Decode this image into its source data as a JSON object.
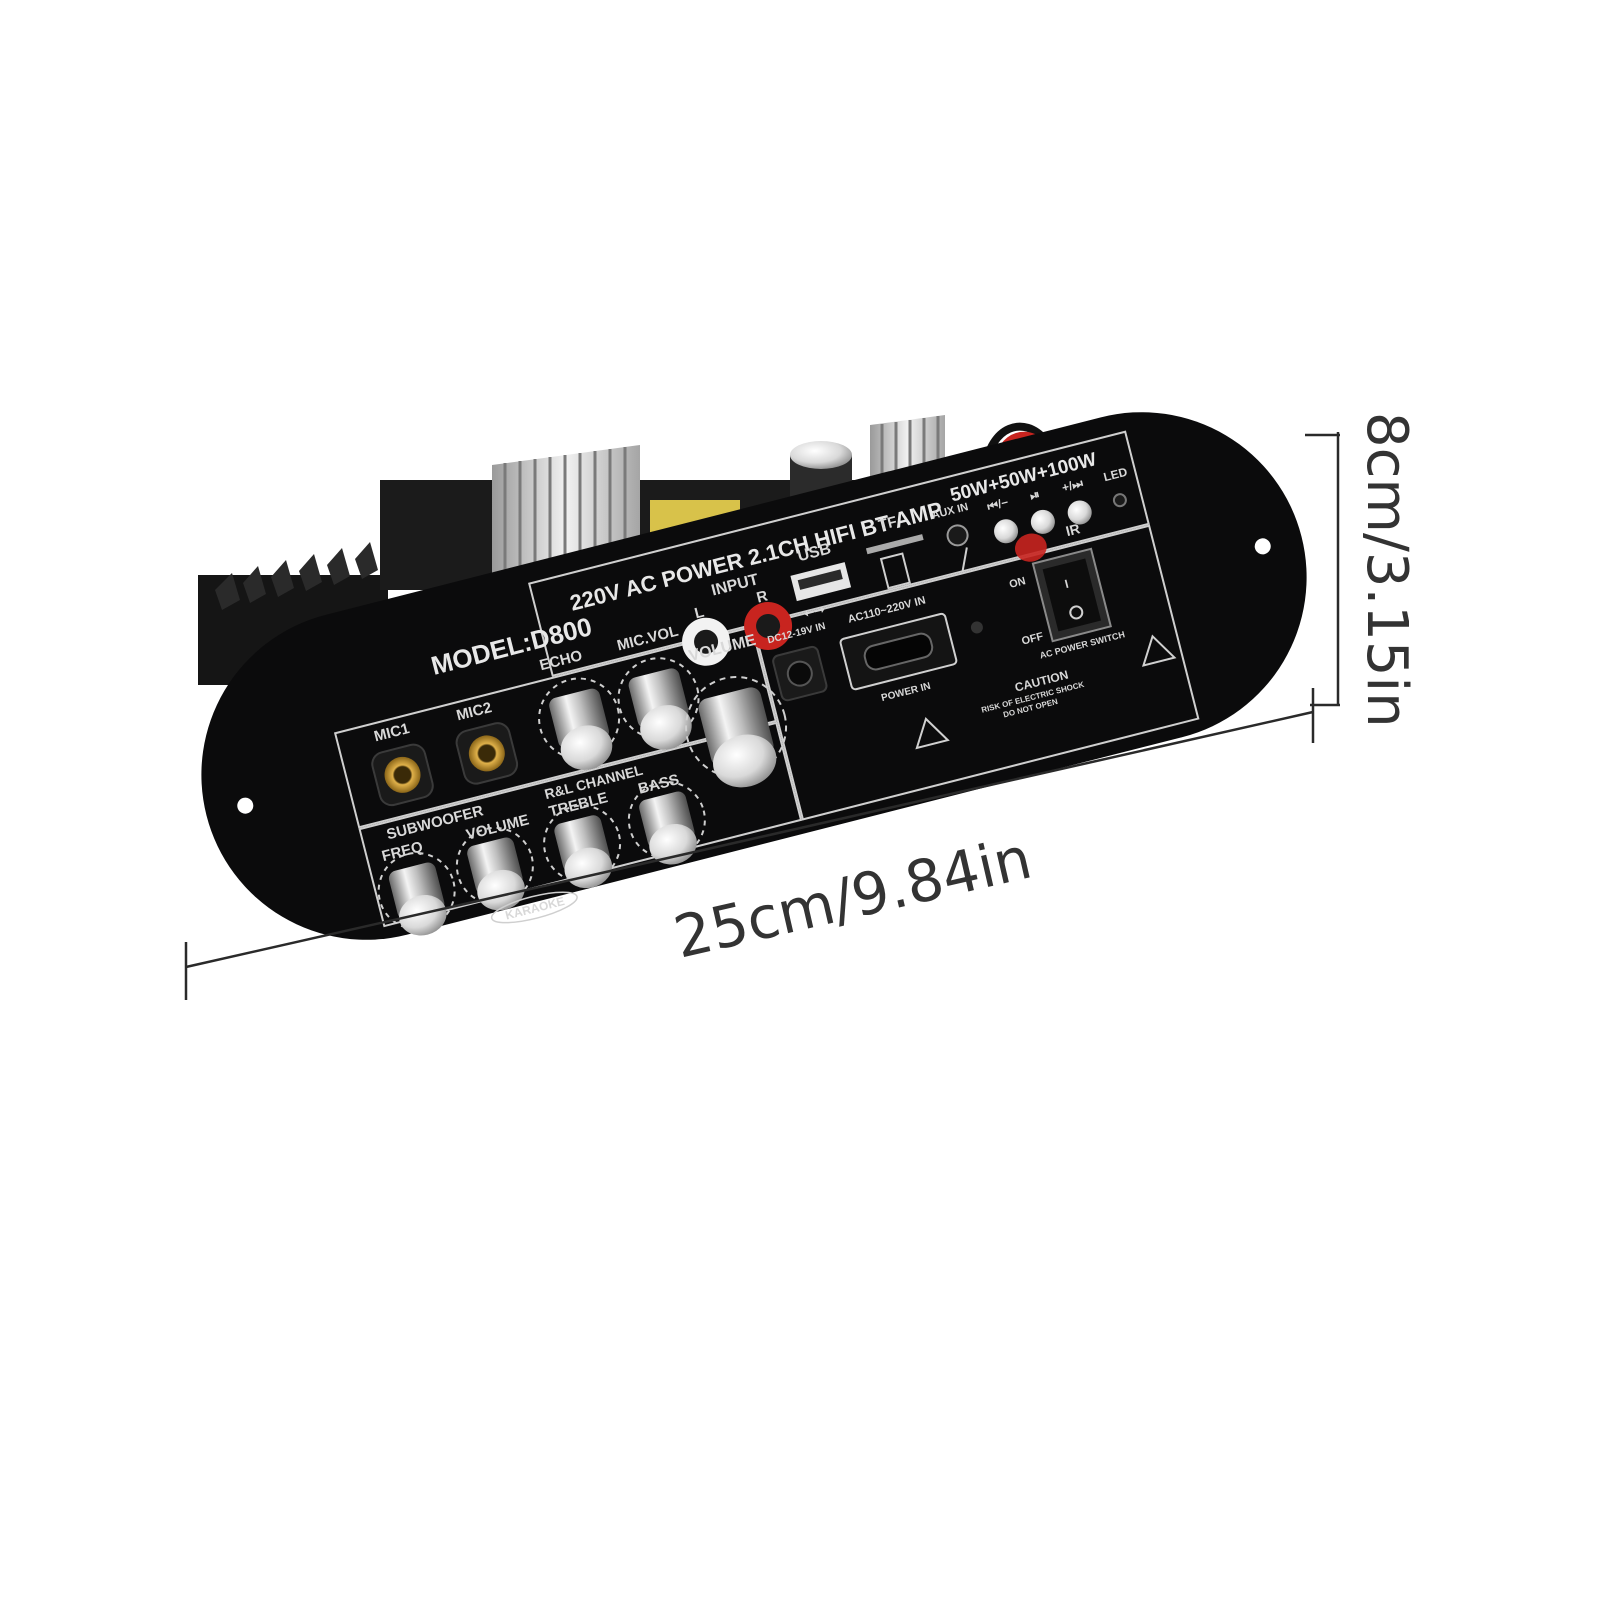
{
  "dimensions": {
    "width_label": "25cm/9.84in",
    "height_label": "8cm/3.15in"
  },
  "panel": {
    "model": "MODEL:D800",
    "title": "220V AC POWER 2.1CH HIFI BT AMP",
    "power_rating": "50W+50W+100W",
    "mic1": "MIC1",
    "mic2": "MIC2",
    "echo": "ECHO",
    "mic_vol": "MIC.VOL",
    "input": "INPUT",
    "input_l": "L",
    "input_r": "R",
    "usb": "USB",
    "tf": "TF",
    "aux_in": "AUX IN",
    "btn_prev": "⏮/−",
    "btn_play": "⏯",
    "btn_next": "+/⏭",
    "led": "LED",
    "ir": "IR",
    "channel": "R&L CHANNEL",
    "treble": "TREBLE",
    "bass": "BASS",
    "volume_main": "VOLUME",
    "subwoofer": "SUBWOOFER",
    "freq": "FREQ",
    "sub_volume": "VOLUME",
    "karaoke": "KARAOKE",
    "dc_in": "DC12-19V IN",
    "ac_in": "AC110~220V IN",
    "power_in": "POWER IN",
    "switch_on": "ON",
    "switch_off": "OFF",
    "switch_label": "AC POWER SWITCH",
    "caution_title": "CAUTION",
    "caution_line1": "RISK OF ELECTRIC SHOCK",
    "caution_line2": "DO NOT OPEN"
  },
  "colors": {
    "panel": "#0b0b0c",
    "frame_line": "#cfcfcf",
    "dimension_line": "#2a2a2a",
    "rca_red": "#c8241f",
    "rca_white": "#f2f2f2",
    "jack_gold": "#c9962f",
    "pcb_yellow": "#d8c24a"
  }
}
